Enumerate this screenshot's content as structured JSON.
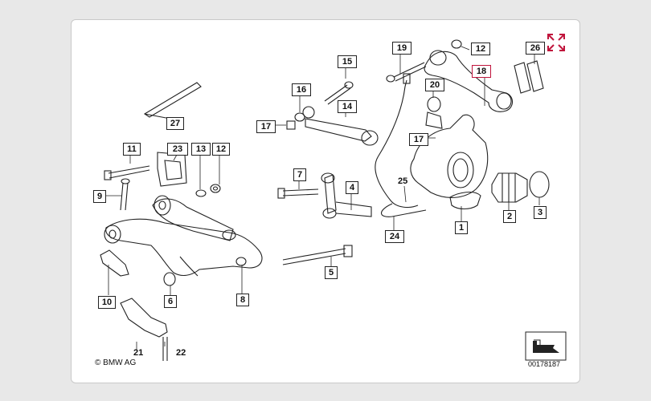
{
  "callouts": {
    "c1": "1",
    "c2": "2",
    "c3": "3",
    "c4": "4",
    "c5": "5",
    "c6": "6",
    "c7": "7",
    "c8": "8",
    "c9": "9",
    "c10": "10",
    "c11": "11",
    "c12a": "12",
    "c12b": "12",
    "c13": "13",
    "c14": "14",
    "c15": "15",
    "c16": "16",
    "c17a": "17",
    "c17b": "17",
    "c18": "18",
    "c19": "19",
    "c20": "20",
    "c21": "21",
    "c22": "22",
    "c23": "23",
    "c24": "24",
    "c25": "25",
    "c26": "26",
    "c27": "27"
  },
  "copyright": "© BMW AG",
  "doc_number": "00178187",
  "icons": {
    "expand": "expand-arrows-icon",
    "direction": "direction-arrow-icon"
  },
  "colors": {
    "highlight": "#c0143c",
    "line": "#222222",
    "background": "#e8e8e8"
  }
}
